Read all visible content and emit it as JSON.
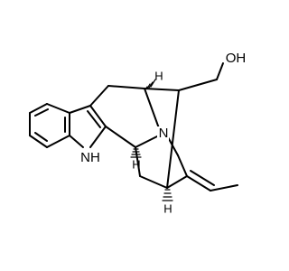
{
  "molecule": {
    "atom_labels": {
      "oh": "OH",
      "n_bridge": "N",
      "nh": "NH",
      "n_of_nh": "N",
      "h_of_nh": "H"
    },
    "stereo_h": {
      "h_top": "H",
      "h_mid": "H",
      "h_bottom": "H"
    },
    "colors": {
      "bond": "#000000",
      "background": "#ffffff"
    }
  }
}
